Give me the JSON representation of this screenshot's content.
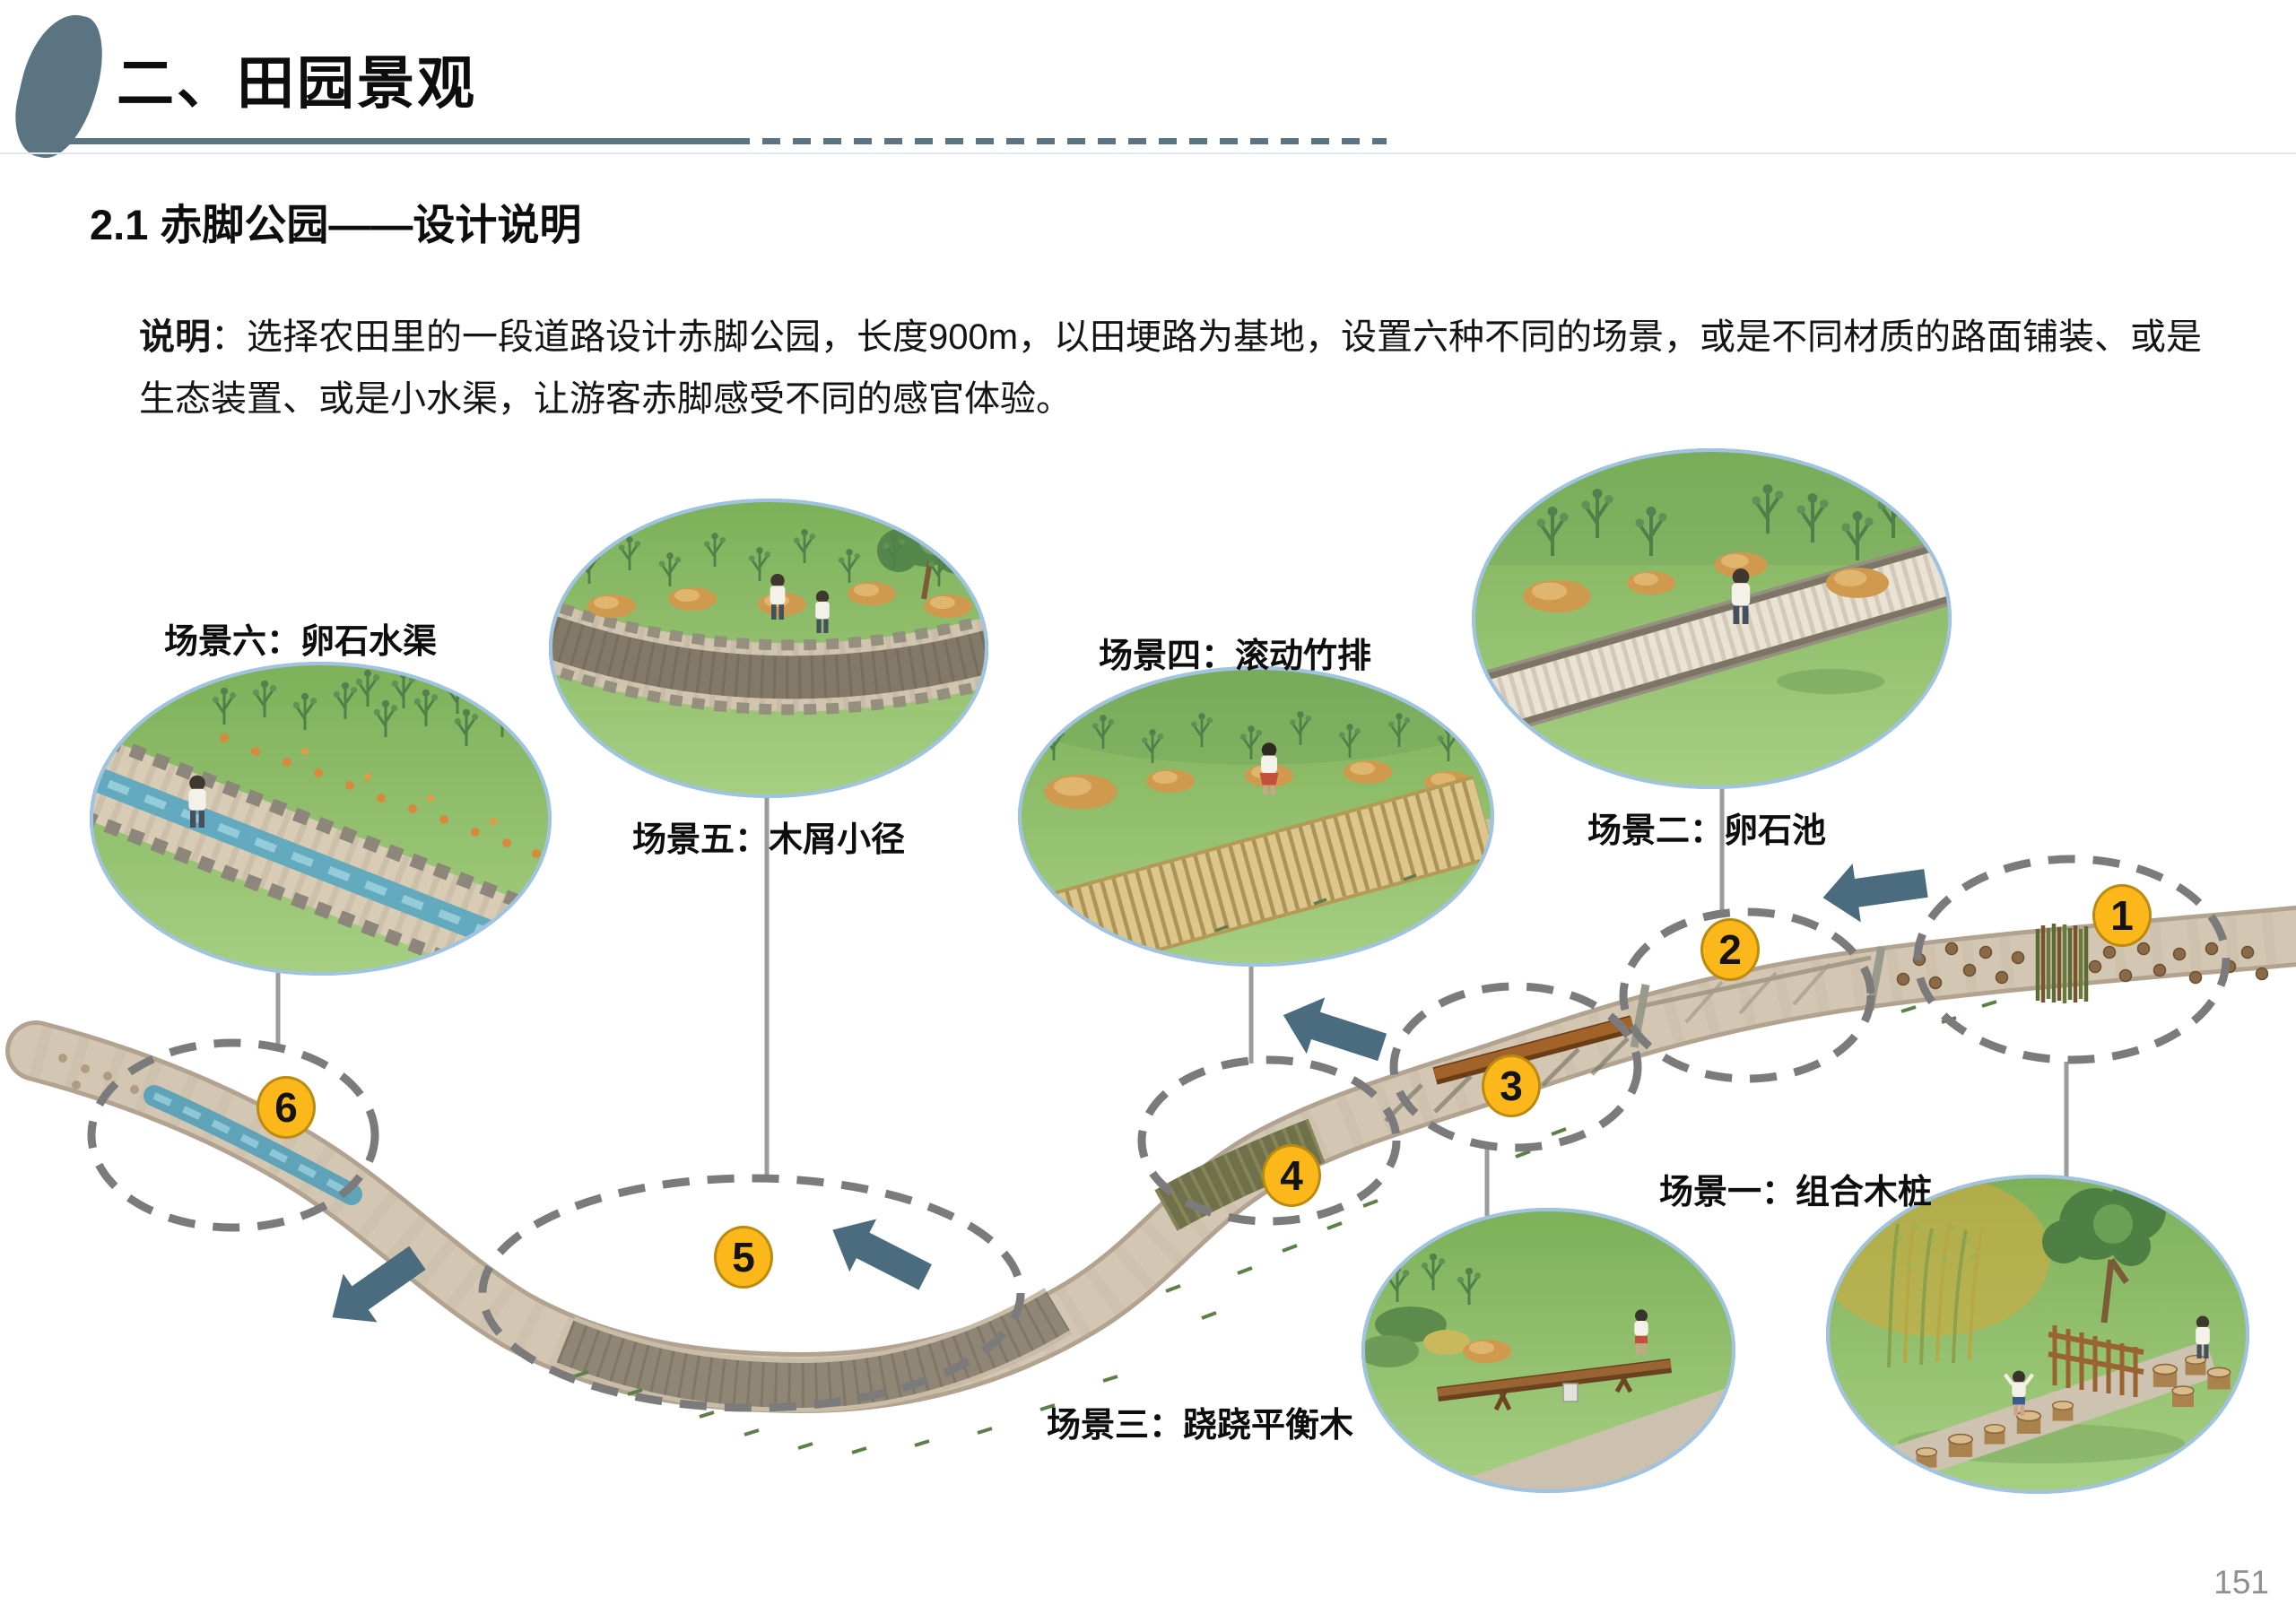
{
  "page": {
    "number": "151"
  },
  "header": {
    "title": "二、田园景观"
  },
  "section": {
    "subtitle": "2.1 赤脚公园——设计说明"
  },
  "description": {
    "bold_label": "说明",
    "text": "：选择农田里的一段道路设计赤脚公园，长度900m，以田埂路为基地，设置六种不同的场景，或是不同材质的路面铺装、或是生态装置、或是小水渠，让游客赤脚感受不同的感官体验。"
  },
  "scenes": [
    {
      "num": "1",
      "label": "场景一：组合木桩"
    },
    {
      "num": "2",
      "label": "场景二：卵石池"
    },
    {
      "num": "3",
      "label": "场景三：跷跷平衡木"
    },
    {
      "num": "4",
      "label": "场景四：滚动竹排"
    },
    {
      "num": "5",
      "label": "场景五：木屑小径"
    },
    {
      "num": "6",
      "label": "场景六：卵石水渠"
    }
  ],
  "colors": {
    "accent_slate": "#5a7482",
    "arrow": "#4b6b7e",
    "badge_yellow": "#fcb81b",
    "trail_tan": "#d3c7b4",
    "dashed_circle_gray": "#7d7d7d",
    "photo_border_blue": "#9fc3e0",
    "water_blue": "#64aabf"
  }
}
